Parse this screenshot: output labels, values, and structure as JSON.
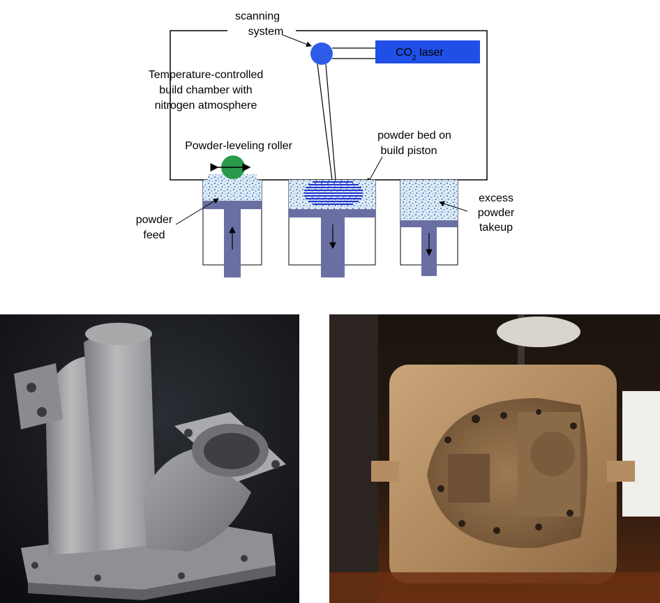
{
  "diagram": {
    "labels": {
      "scanning_1": "scanning",
      "scanning_2": "system",
      "laser_prefix": "CO",
      "laser_sub": "2",
      "laser_suffix": " laser",
      "chamber_1": "Temperature-controlled",
      "chamber_2": "build chamber with",
      "chamber_3": "nitrogen atmosphere",
      "roller": "Powder-leveling roller",
      "bed_1": "powder bed on",
      "bed_2": "build piston",
      "feed_1": "powder",
      "feed_2": "feed",
      "excess_1": "excess",
      "excess_2": "powder",
      "excess_3": "takeup"
    },
    "colors": {
      "laser": "#1f4fe6",
      "mirror": "#2e5be8",
      "roller": "#2a9a4a",
      "piston": "#6a6fa3",
      "layers": "#2030d0",
      "powder_bg": "#dcebf7",
      "powder_dot": "#5b7fb8"
    }
  },
  "photos": {
    "left": {
      "subject": "grey sintered manifold part"
    },
    "right": {
      "subject": "bronze die-casting mold insert"
    }
  }
}
